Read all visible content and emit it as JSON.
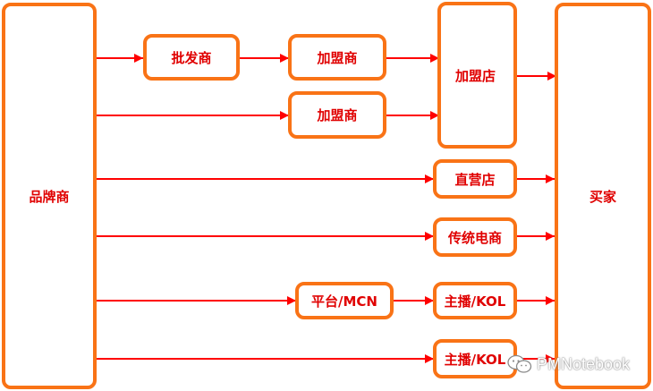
{
  "colors": {
    "box_border": "#f97316",
    "text": "#e00000",
    "arrow": "#ff0000"
  },
  "nodes": {
    "brand": "品牌商",
    "buyer": "买家",
    "wholesaler": "批发商",
    "franchisee_1": "加盟商",
    "franchisee_2": "加盟商",
    "franchise_store": "加盟店",
    "direct_store": "直营店",
    "traditional_ecommerce": "传统电商",
    "platform_mcn": "平台/MCN",
    "anchor_kol_1": "主播/KOL",
    "anchor_kol_2": "主播/KOL"
  },
  "watermark": {
    "text": "PMNotebook",
    "icon": "wechat-icon"
  }
}
